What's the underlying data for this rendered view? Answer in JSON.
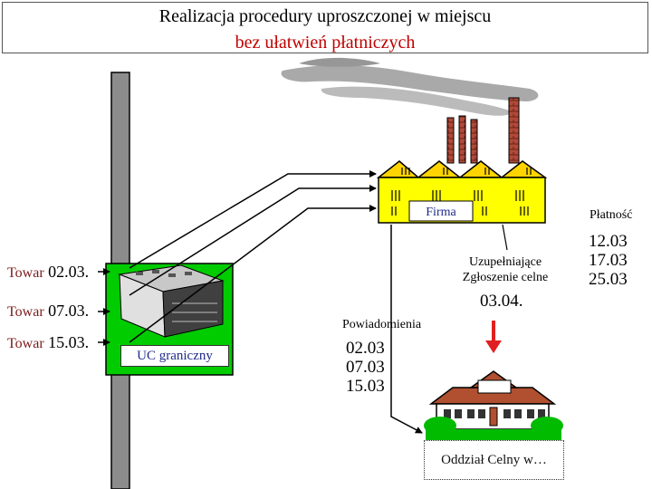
{
  "title": {
    "line1": "Realizacja procedury uproszczonej w miejscu",
    "line2": "bez ułatwień płatniczych"
  },
  "towar_entries": [
    {
      "word": "Towar",
      "date": "02.03."
    },
    {
      "word": "Towar",
      "date": "07.03."
    },
    {
      "word": "Towar",
      "date": "15.03."
    }
  ],
  "nodes": {
    "firma": "Firma",
    "uc": "UC graniczny",
    "oddzial": "Oddział Celny w…"
  },
  "uzupelniajace": {
    "line1": "Uzupełniające",
    "line2": "Zgłoszenie celne",
    "date": "03.04."
  },
  "powiadomienia": {
    "label": "Powiadomienia",
    "dates": [
      "02.03",
      "07.03",
      "15.03"
    ]
  },
  "platnosc": {
    "label": "Płatność",
    "dates": [
      "12.03",
      "17.03",
      "25.03"
    ]
  },
  "colors": {
    "title_red": "#c00000",
    "building_yellow": "#ffff00",
    "warehouse_green": "#00cc00",
    "house_green": "#00bb00",
    "arrow_red": "#e02020",
    "chimney_red": "#a04030",
    "label_blue": "#1f2a8a"
  }
}
